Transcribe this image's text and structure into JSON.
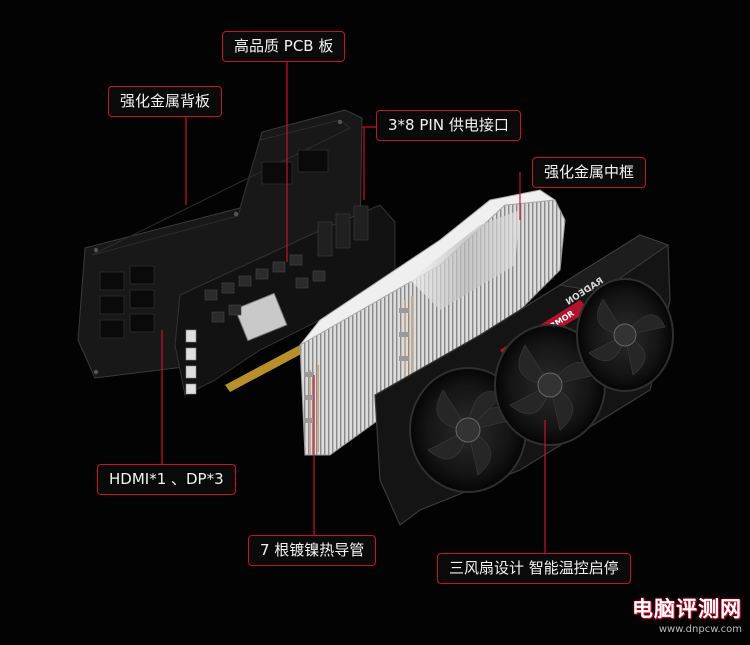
{
  "callouts": {
    "pcb": "高品质 PCB 板",
    "backplate": "强化金属背板",
    "power": "3*8 PIN 供电接口",
    "frame": "强化金属中框",
    "ports": "HDMI*1 、DP*3",
    "heatpipes": "7 根镀镍热导管",
    "fans": "三风扇设计 智能温控启停"
  },
  "card_markings": {
    "brand": "VASTARMOR",
    "model": "RADEON"
  },
  "watermark": {
    "site": "电脑评测网",
    "url": "www.dnpcw.com"
  },
  "colors": {
    "accent": "#c8102e",
    "background": "#030303"
  }
}
